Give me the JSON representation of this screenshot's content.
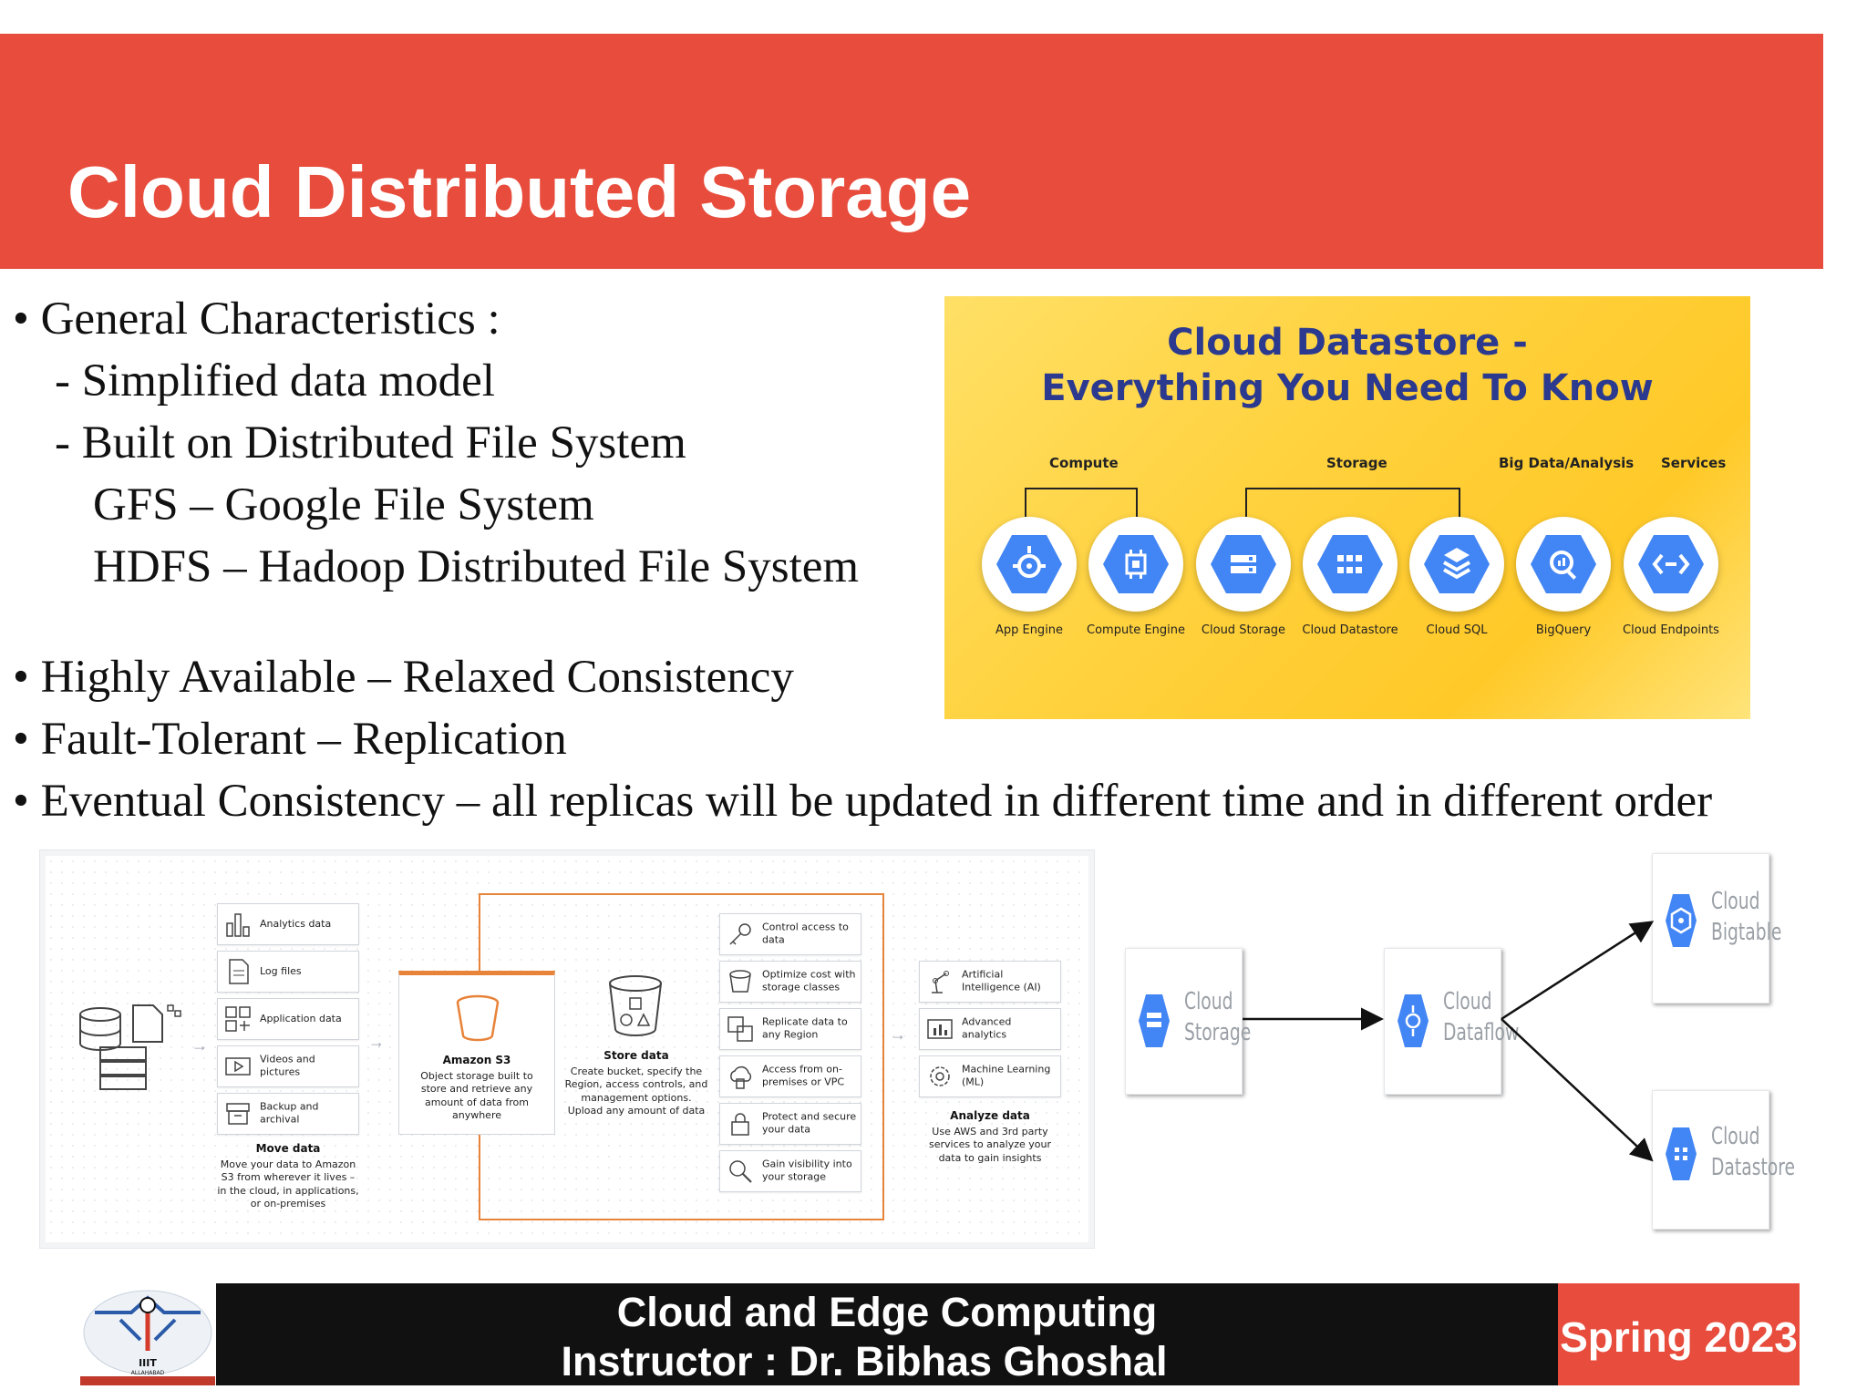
{
  "slide": {
    "title": "Cloud Distributed Storage"
  },
  "bullets": {
    "b1": "• General Characteristics :",
    "b1_s1": "- Simplified data model",
    "b1_s2": "- Built on Distributed File System",
    "b1_s3": "GFS – Google File System",
    "b1_s4": "HDFS – Hadoop Distributed File System",
    "b2": "• Highly Available – Relaxed Consistency",
    "b3": "• Fault-Tolerant – Replication",
    "b4": "• Eventual Consistency – all replicas will be updated in different time and in different order"
  },
  "datastore_image": {
    "title_line1": "Cloud Datastore -",
    "title_line2": "Everything You Need To Know",
    "categories": {
      "compute": "Compute",
      "storage": "Storage",
      "bigdata": "Big Data/Analysis",
      "services": "Services"
    },
    "products": [
      {
        "label": "App Engine",
        "icon": "app-engine-icon"
      },
      {
        "label": "Compute Engine",
        "icon": "compute-engine-icon"
      },
      {
        "label": "Cloud Storage",
        "icon": "cloud-storage-icon"
      },
      {
        "label": "Cloud Datastore",
        "icon": "cloud-datastore-icon"
      },
      {
        "label": "Cloud SQL",
        "icon": "cloud-sql-icon"
      },
      {
        "label": "BigQuery",
        "icon": "bigquery-icon"
      },
      {
        "label": "Cloud Endpoints",
        "icon": "cloud-endpoints-icon"
      }
    ],
    "colors": {
      "icon_blue": "#4285f4",
      "title": "#2b3a8f"
    }
  },
  "aws_diagram": {
    "sources": [
      "Analytics data",
      "Log files",
      "Application data",
      "Videos and pictures",
      "Backup and archival"
    ],
    "move": {
      "heading": "Move data",
      "text": "Move your data to Amazon S3 from wherever it lives – in the cloud, in applications, or on-premises"
    },
    "s3": {
      "heading": "Amazon S3",
      "text": "Object storage built to store and retrieve any amount of data from anywhere"
    },
    "store": {
      "heading": "Store data",
      "text": "Create bucket, specify the Region, access controls, and management options. Upload any amount of data"
    },
    "features": [
      "Control access to data",
      "Optimize cost with storage classes",
      "Replicate data to any Region",
      "Access from on-premises or VPC",
      "Protect and secure your data",
      "Gain visibility into your storage"
    ],
    "analyze_items": [
      "Artificial Intelligence (AI)",
      "Advanced analytics",
      "Machine Learning (ML)"
    ],
    "analyze": {
      "heading": "Analyze data",
      "text": "Use AWS and 3rd party services to analyze your data to gain insights"
    },
    "colors": {
      "s3_orange": "#e8833a",
      "box_border": "#e8833a"
    }
  },
  "gcp_flow": {
    "storage": {
      "line1": "Cloud",
      "line2": "Storage"
    },
    "dataflow": {
      "line1": "Cloud",
      "line2": "Dataflow"
    },
    "bigtable": {
      "line1": "Cloud",
      "line2": "Bigtable"
    },
    "datastore": {
      "line1": "Cloud",
      "line2": "Datastore"
    }
  },
  "footer": {
    "course": "Cloud and Edge Computing",
    "instructor": "Instructor : Dr. Bibhas Ghoshal",
    "term": "Spring 2023",
    "logo_text": "IIIT",
    "logo_sub": "ALLAHABAD",
    "colors": {
      "black": "#111111",
      "red": "#e74c3c"
    }
  }
}
